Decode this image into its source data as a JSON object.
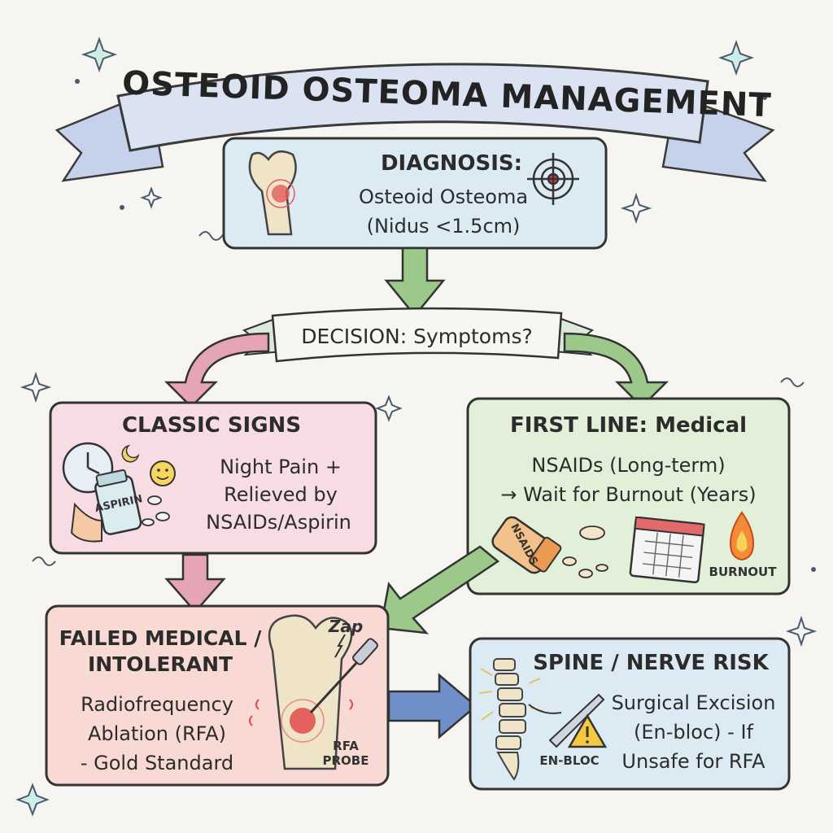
{
  "title": "OSTEOID OSTEOMA MANAGEMENT",
  "diagnosis": {
    "heading": "DIAGNOSIS:",
    "line1": "Osteoid Osteoma",
    "line2": "(Nidus <1.5cm)"
  },
  "decision": {
    "label": "DECISION: Symptoms?"
  },
  "classic_signs": {
    "heading": "CLASSIC SIGNS",
    "line1": "Night Pain +",
    "line2": "Relieved by",
    "line3": "NSAIDs/Aspirin",
    "bottle_label": "ASPIRIN"
  },
  "first_line": {
    "heading": "FIRST LINE: Medical",
    "line1": "NSAIDs (Long-term)",
    "line2": "→ Wait for Burnout (Years)",
    "bottle_label": "NSAIDS",
    "burnout_label": "BURNOUT"
  },
  "failed_medical": {
    "heading1": "FAILED MEDICAL /",
    "heading2": "INTOLERANT",
    "line1": "Radiofrequency",
    "line2": "Ablation (RFA)",
    "line3": "- Gold Standard",
    "zap_label": "Zap",
    "probe_label1": "RFA",
    "probe_label2": "PROBE"
  },
  "spine_risk": {
    "heading": "SPINE / NERVE RISK",
    "line1": "Surgical Excision",
    "line2": "(En-bloc) - If",
    "line3": "Unsafe for RFA",
    "enbloc_label": "EN-BLOC"
  },
  "colors": {
    "blue_box": "#dcebf3",
    "pink_box": "#f7dde3",
    "green_box": "#e2f0d9",
    "red_box": "#f8d9d4",
    "ribbon": "#d7deef",
    "arrow_pink": "#e6a5b4",
    "arrow_green": "#9cc98a",
    "arrow_blue": "#6f8fc9"
  }
}
